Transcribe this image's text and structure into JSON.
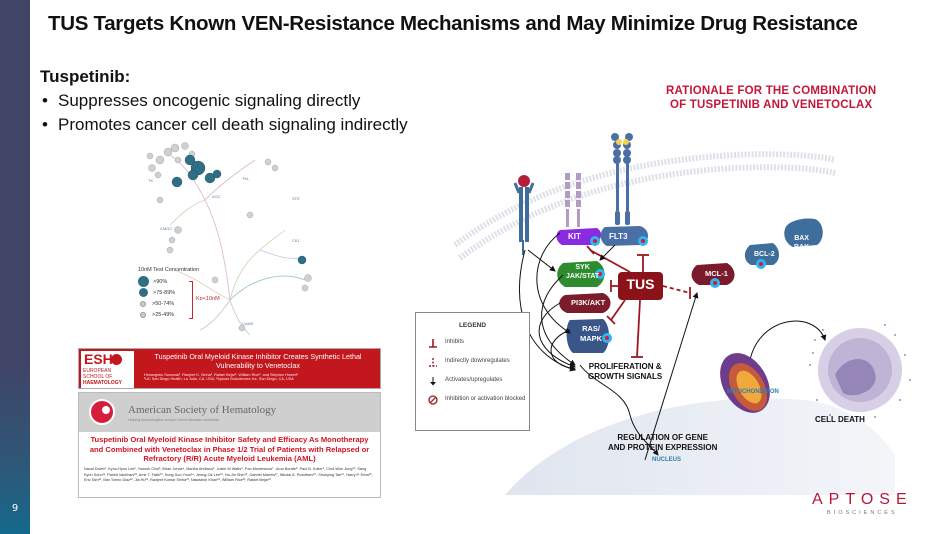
{
  "slide": {
    "title": "TUS Targets Known VEN-Resistance Mechanisms and May Minimize Drug Resistance",
    "page_number": "9"
  },
  "intro": {
    "heading": "Tuspetinib:",
    "bullets": [
      "Suppresses oncogenic signaling directly",
      "Promotes cancer cell death signaling indirectly"
    ]
  },
  "kinome": {
    "legend_title": "10nM Test Concentration",
    "items": [
      ">90%",
      ">75-89%",
      ">50-74%",
      ">25-49%"
    ],
    "bracket_label": "Kᴅ<10nM",
    "colors": {
      "high": "#2f6e86",
      "low": "#c9c9c9",
      "accent": "#c8282e"
    }
  },
  "esh_card": {
    "logo_lines": [
      "ESH",
      "EUROPEAN",
      "SCHOOL OF",
      "HAEMATOLOGY"
    ],
    "title": "Tuspetinib Oral Myeloid Kinase Inhibitor Creates Synthetic Lethal Vulnerability to Venetoclax",
    "authors": "Himangshu Sonowal¹, Ranjeet K. Sinha², Rafael Bejar², William Rice², and Stephen Howell¹",
    "affiliations": "¹UC San Diego Health, La Jolla, CA, USA; ²Aptose Biosciences Inc, San Diego, CA, USA",
    "color": "#c3171e"
  },
  "ash_card": {
    "org": "American Society of Hematology",
    "tagline": "Helping hematologists conquer blood diseases worldwide",
    "title": "Tuspetinib Oral Myeloid Kinase Inhibitor Safety and Efficacy As Monotherapy and Combined with Venetoclax in Phase 1/2 Trial of Patients with Relapsed or Refractory (R/R) Acute Myeloid Leukemia (AML)",
    "authors": "Naval Daver¹, Kyoo-Hyun Lee², Yunsuk Choi³, Brian Jonas⁴, Martha Arellano⁵, Justin M Watts⁶, Pau Montesinos⁷, Uma Borate⁸, Paul B. Koller⁹, Chul-Won Jung¹⁰, Sang Kyun Sohn¹¹, Pankit Vachhani¹², Amir T. Fathi¹³, Sung-Soo Yoon¹⁴, Jeong-Ok Lee¹⁵, Ho-Jin Shin¹⁶, Gabriel Mannis¹⁷, Nikolai A. Podoltsev¹⁸, Shuhying Tan¹⁹, Harry P. Erba²⁰, Eric Tam²¹, Mar Tormo Diaz²², Jia Hu²³, Ranjeet Kumar Sinha²³, Nawazish Khan²³, William Rice²³, Rafael Bejar²³",
    "title_color": "#d01424"
  },
  "diagram": {
    "heading_lines": [
      "RATIONALE FOR THE COMBINATION",
      "OF TUSPETINIB AND VENETOCLAX"
    ],
    "nodes": {
      "kit": "KIT",
      "flt3": "FLT3",
      "syk": [
        "SYK",
        "JAK/STAT"
      ],
      "pi3k": "PI3K/AKT",
      "ras": [
        "RAS/",
        "MAPK"
      ],
      "tus": "TUS",
      "mcl1": "MCL-1",
      "bcl2": "BCL-2",
      "bax": [
        "BAX",
        "BAK"
      ]
    },
    "labels": {
      "proliferation": [
        "PROLIFERATION &",
        "GROWTH SIGNALS"
      ],
      "regulation": [
        "REGULATION OF GENE",
        "AND PROTEIN EXPRESSION"
      ],
      "nucleus": "NUCLEUS",
      "mitochondrion": "MITOCHONDRION",
      "cell_death": "CELL DEATH"
    },
    "legend": {
      "title": "LEGEND",
      "items": [
        "Inhibits",
        "Indirectly downregulates",
        "Activates/upregulates",
        "Inhibition or activation blocked"
      ]
    },
    "colors": {
      "heading": "#c3173a",
      "inhibit": "#9b1a22",
      "tus": "#8c1219",
      "kit": "#8a2be2",
      "flt3": "#4a6fa5",
      "syk": "#2e8b2e",
      "pi3k": "#7b1c2a",
      "ras": "#3a5688",
      "mcl1": "#7a1a2a",
      "bcl2": "#3f6e9c",
      "blue_label": "#2a7fae"
    }
  },
  "logo": {
    "name": "APTOSE",
    "sub": "BIOSCIENCES"
  }
}
